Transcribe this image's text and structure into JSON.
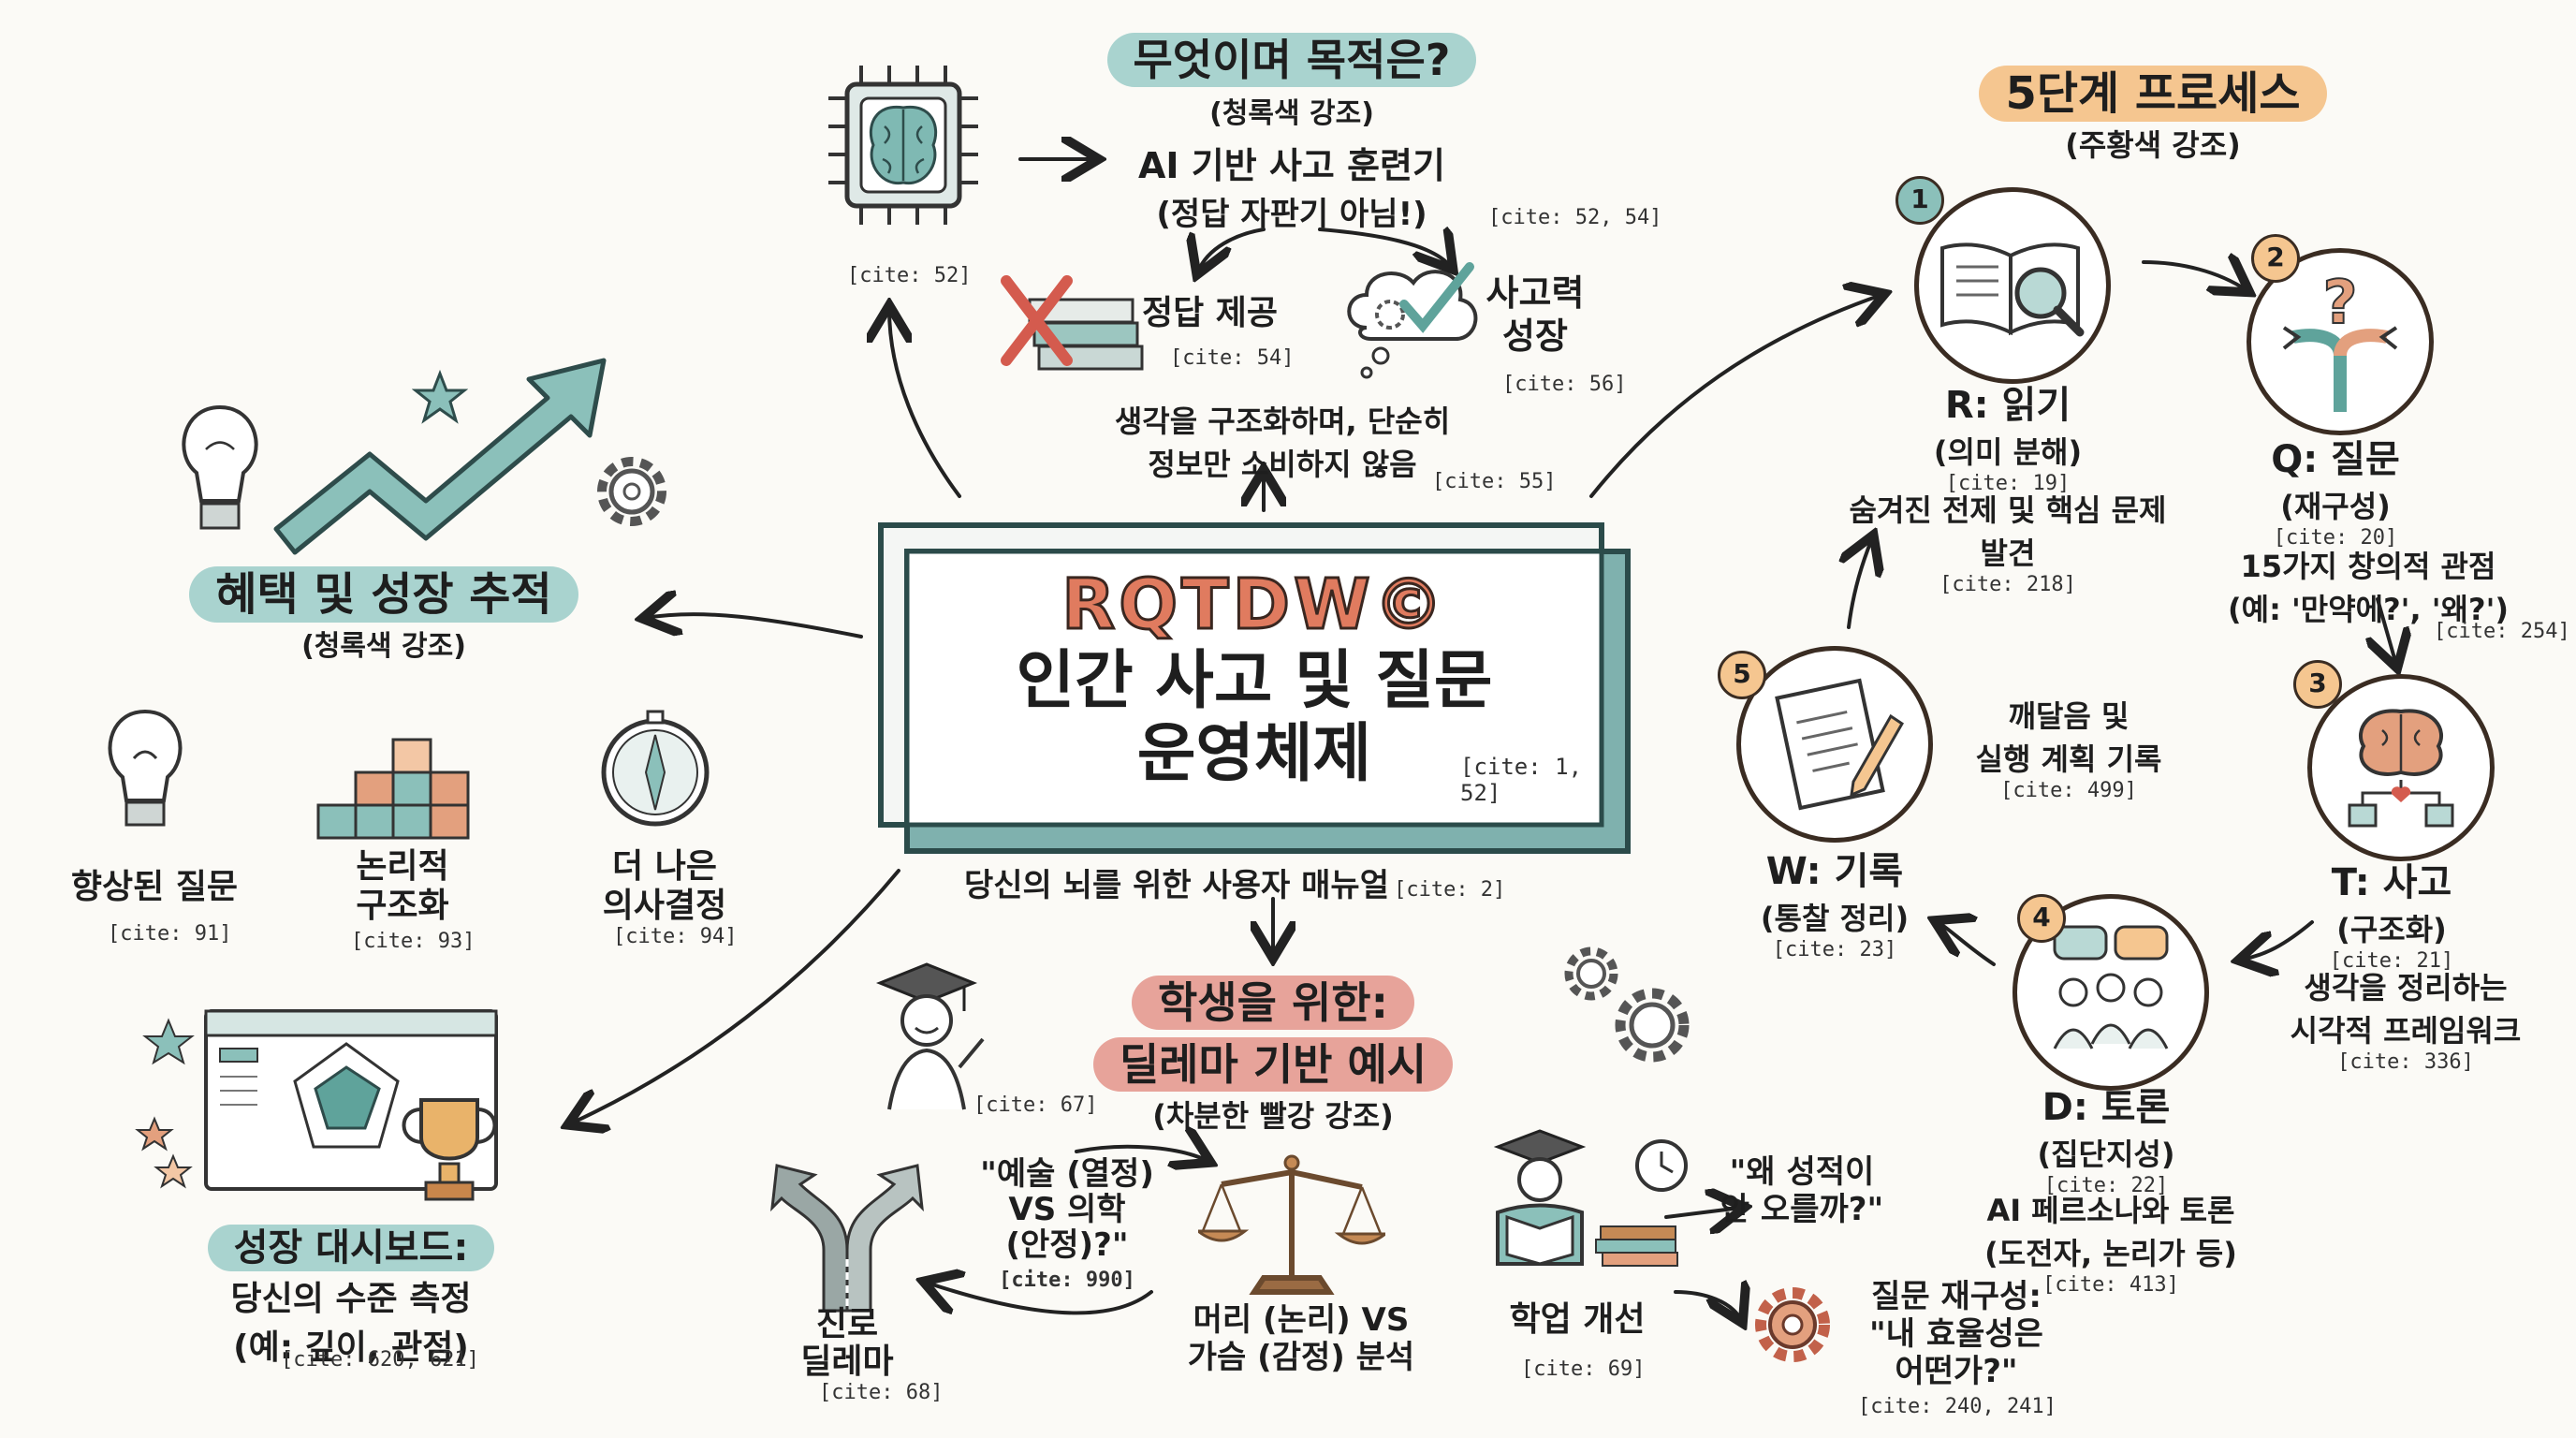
{
  "center": {
    "brand": "RQTDW©",
    "title_line1": "인간 사고 및 질문",
    "title_line2": "운영체제",
    "cite": "[cite: 1, 52]",
    "subtitle": "당신의 뇌를 위한 사용자 매뉴얼",
    "subtitle_cite": "[cite: 2]"
  },
  "what": {
    "heading": "무엇이며 목적은?",
    "note": "(청록색 강조)",
    "line1": "AI 기반 사고 훈련기",
    "line2": "(정답 자판기 아님!)",
    "cite": "[cite: 52, 54]",
    "chip_cite": "[cite: 52]",
    "no_answer": "정답 제공",
    "no_answer_cite": "[cite: 54]",
    "growth_line1": "사고력",
    "growth_line2": "성장",
    "growth_cite": "[cite: 56]",
    "structure_line1": "생각을 구조화하며, 단순히",
    "structure_line2": "정보만 소비하지 않음",
    "structure_cite": "[cite: 55]"
  },
  "benefits": {
    "heading": "혜택 및 성장 추적",
    "note": "(청록색 강조)",
    "items": [
      {
        "line1": "향상된 질문",
        "line2": "",
        "cite": "[cite: 91]"
      },
      {
        "line1": "논리적",
        "line2": "구조화",
        "cite": "[cite: 93]"
      },
      {
        "line1": "더 나은",
        "line2": "의사결정",
        "cite": "[cite: 94]"
      }
    ],
    "dashboard_line1": "성장 대시보드:",
    "dashboard_line2": "당신의 수준 측정",
    "dashboard_line3": "(예: 깊이, 관점)",
    "dashboard_cite": "[cite: 620, 621]"
  },
  "process": {
    "heading": "5단계 프로세스",
    "note": "(주황색 강조)",
    "steps": [
      {
        "num": "1",
        "label": "R: 읽기",
        "sub": "(의미 분해)",
        "cite": "[cite: 19]",
        "desc1": "숨겨진 전제 및 핵심 문제",
        "desc2": "발견",
        "desc_cite": "[cite: 218]"
      },
      {
        "num": "2",
        "label": "Q: 질문",
        "sub": "(재구성)",
        "cite": "[cite: 20]",
        "desc1": "15가지 창의적 관점",
        "desc2": "(예: '만약에?', '왜?')",
        "desc_cite": "[cite: 254]"
      },
      {
        "num": "3",
        "label": "T: 사고",
        "sub": "(구조화)",
        "cite": "[cite: 21]",
        "desc1": "생각을 정리하는",
        "desc2": "시각적 프레임워크",
        "desc_cite": "[cite: 336]"
      },
      {
        "num": "4",
        "label": "D: 토론",
        "sub": "(집단지성)",
        "cite": "[cite: 22]",
        "desc1": "AI 페르소나와 토론",
        "desc2": "(도전자, 논리가 등)",
        "desc_cite": "[cite: 413]"
      },
      {
        "num": "5",
        "label": "W: 기록",
        "sub": "(통찰 정리)",
        "cite": "[cite: 23]",
        "desc1": "깨달음 및",
        "desc2": "실행 계획 기록",
        "desc_cite": "[cite: 499]"
      }
    ]
  },
  "students": {
    "heading_line1": "학생을 위한:",
    "heading_line2": "딜레마 기반 예시",
    "note": "(차분한 빨강 강조)",
    "grad_cite": "[cite: 67]",
    "question1": "\"예술 (열정)",
    "question2": "VS 의학",
    "question3": "(안정)?\"",
    "question_cite": "[cite: 990]",
    "analysis1": "머리 (논리) VS",
    "analysis2": "가슴 (감정) 분석",
    "career1": "진로",
    "career2": "딜레마",
    "career_cite": "[cite: 68]",
    "why1": "\"왜 성적이",
    "why2": "안 오를까?\"",
    "academic": "학업 개선",
    "academic_cite": "[cite: 69]",
    "reframe1": "질문 재구성:",
    "reframe2": "\"내 효율성은",
    "reframe3": "어떤가?\"",
    "reframe_cite": "[cite: 240, 241]"
  },
  "colors": {
    "teal": "#a9d3cf",
    "orange": "#f5c690",
    "red": "#e7a39a",
    "ink": "#1e1e1e",
    "frame": "#5a8f8e"
  }
}
